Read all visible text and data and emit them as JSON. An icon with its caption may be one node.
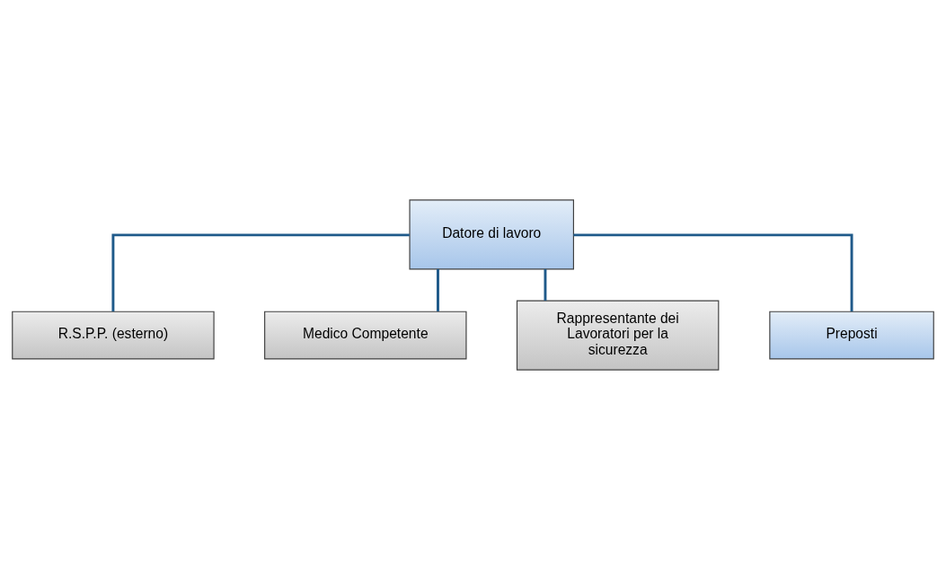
{
  "diagram": {
    "nodes": [
      {
        "text": [
          "Datore di lavoro"
        ]
      },
      {
        "text": [
          "R.S.P.P. (esterno)"
        ]
      },
      {
        "text": [
          "Medico Competente"
        ]
      },
      {
        "text": [
          "Rappresentante dei Lavoratori per la sicurezza"
        ]
      },
      {
        "text": [
          "Preposti"
        ]
      }
    ],
    "edges": [
      {
        "from": 0,
        "to": 1,
        "arrow": "none"
      },
      {
        "from": 0,
        "to": 2,
        "arrow": "none"
      },
      {
        "from": 0,
        "to": 3,
        "arrow": "none"
      },
      {
        "from": 0,
        "to": 4,
        "arrow": "none"
      }
    ]
  }
}
